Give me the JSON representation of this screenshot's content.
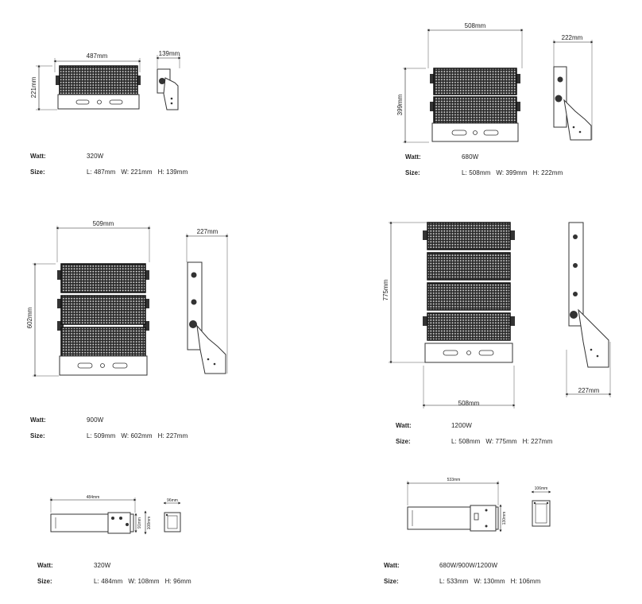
{
  "field_labels": {
    "watt": "Watt:",
    "size": "Size:"
  },
  "products": [
    {
      "watt": "320W",
      "size": "L: 487mm   W: 221mm   H: 139mm",
      "dims": {
        "length": "487mm",
        "height": "221mm",
        "side": "139mm"
      }
    },
    {
      "watt": "680W",
      "size": "L: 508mm   W: 399mm   H: 222mm",
      "dims": {
        "length": "508mm",
        "height": "399mm",
        "side": "222mm"
      }
    },
    {
      "watt": "900W",
      "size": "L: 509mm   W: 602mm   H: 227mm",
      "dims": {
        "length": "509mm",
        "height": "602mm",
        "side": "227mm"
      }
    },
    {
      "watt": "1200W",
      "size": "L: 508mm   W: 775mm   H: 227mm",
      "dims": {
        "length": "508mm",
        "height": "775mm",
        "side": "227mm"
      }
    },
    {
      "watt": "320W",
      "size": "L: 484mm   W: 108mm   H: 96mm",
      "dims": {
        "length": "484mm",
        "height_a": "91mm",
        "height_b": "108mm",
        "side": "96mm"
      }
    },
    {
      "watt": "680W/900W/1200W",
      "size": "L: 533mm   W: 130mm   H: 106mm",
      "dims": {
        "length": "533mm",
        "height": "130mm",
        "side": "106mm"
      }
    }
  ]
}
